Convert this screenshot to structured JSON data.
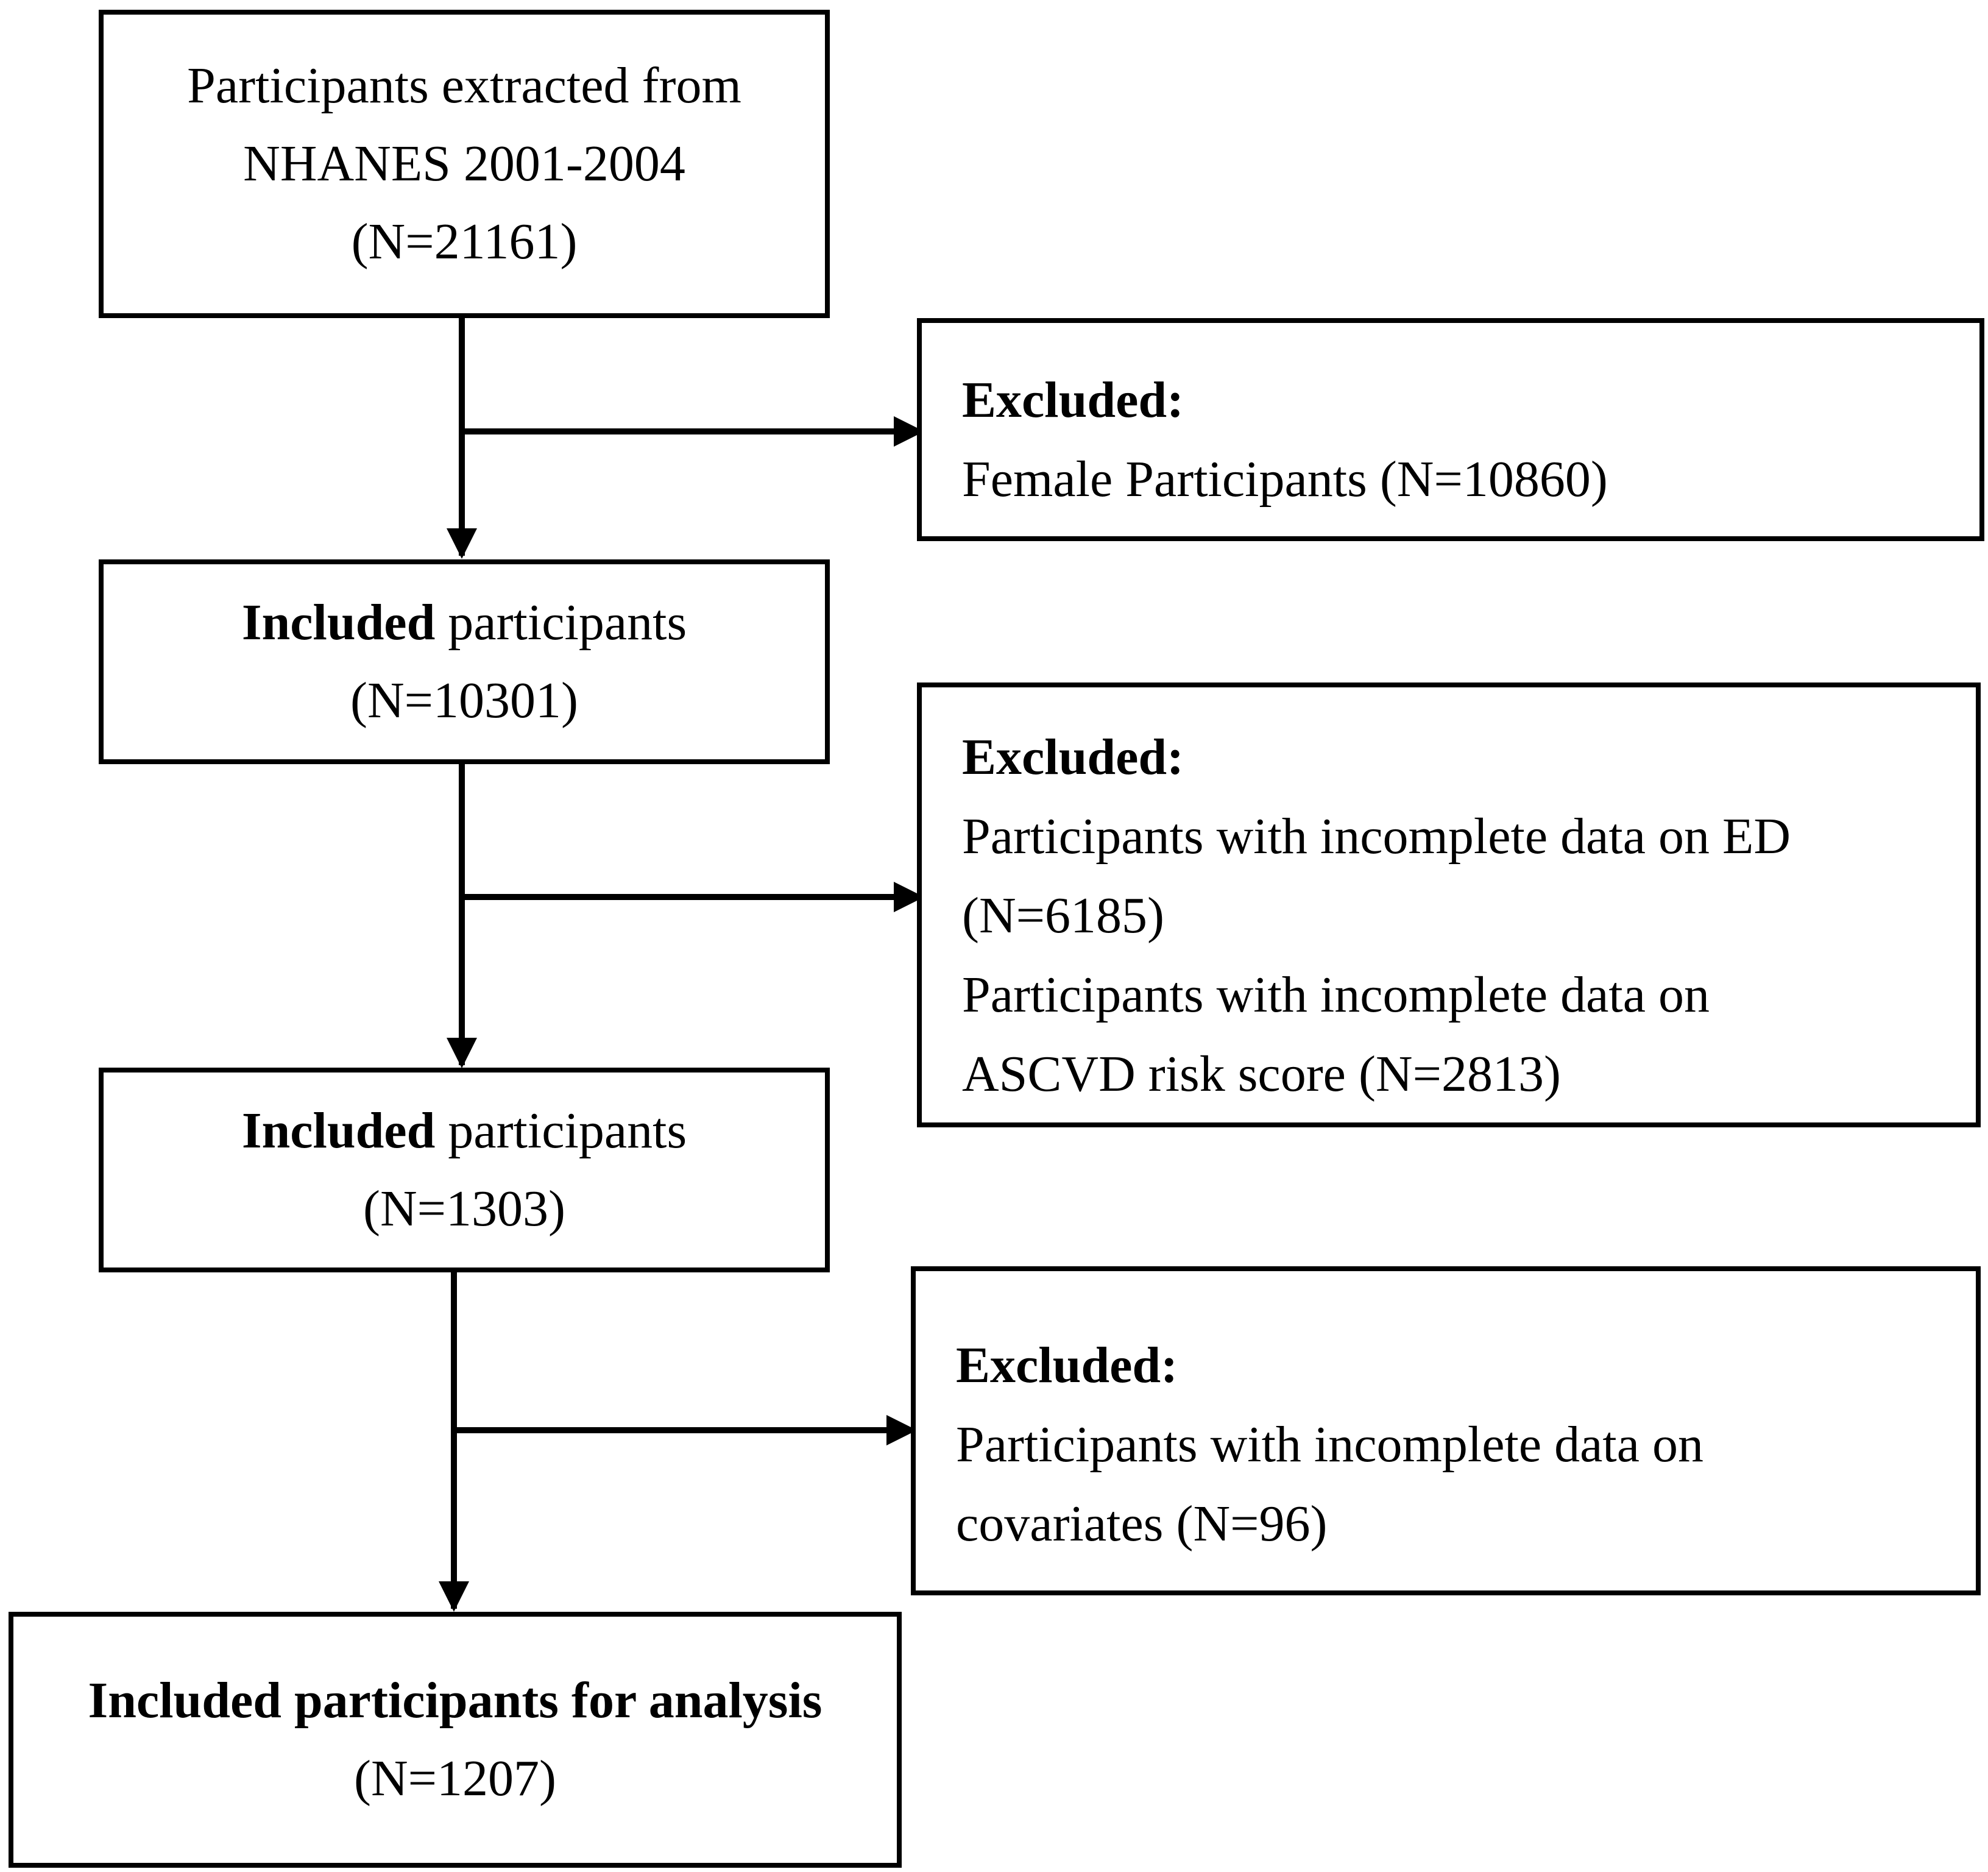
{
  "boxes": {
    "start": {
      "lines": [
        "Participants extracted from",
        "NHANES 2001-2004",
        "(N=21161)"
      ]
    },
    "excluded1": {
      "heading": "Excluded:",
      "lines": [
        "Female Participants (N=10860)"
      ]
    },
    "included1": {
      "bold": "Included",
      "rest": " participants",
      "count": "(N=10301)"
    },
    "excluded2": {
      "heading": "Excluded:",
      "lines": [
        "Participants with incomplete data on ED",
        "(N=6185)",
        "Participants with incomplete data on",
        "ASCVD risk score (N=2813)"
      ]
    },
    "included2": {
      "bold": "Included",
      "rest": " participants",
      "count": "(N=1303)"
    },
    "excluded3": {
      "heading": "Excluded:",
      "lines": [
        "Participants with incomplete data on",
        "covariates (N=96)"
      ]
    },
    "final": {
      "title": "Included participants for analysis",
      "count": "(N=1207)"
    }
  }
}
